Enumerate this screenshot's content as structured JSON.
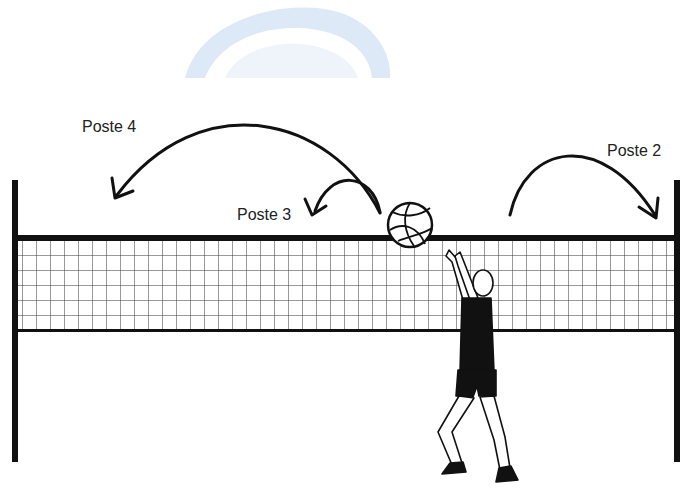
{
  "diagram": {
    "labels": [
      "Poste 4",
      "Poste 3",
      "Poste 2"
    ]
  }
}
